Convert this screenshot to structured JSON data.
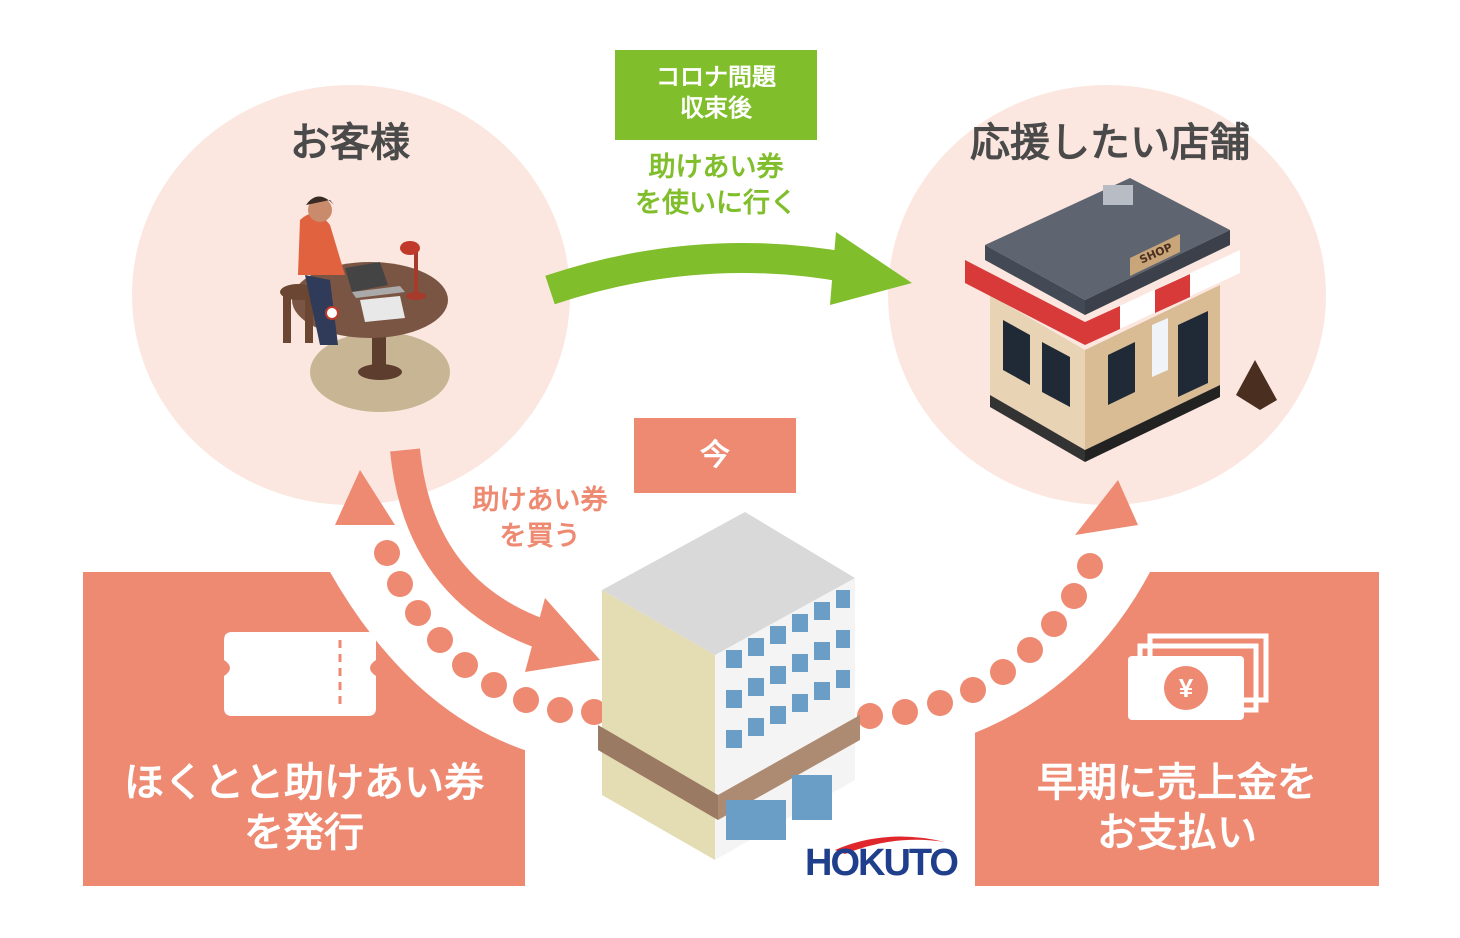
{
  "customer": {
    "label": "お客様"
  },
  "shop": {
    "label": "応援したい店舗",
    "sign": "SHOP"
  },
  "after": {
    "badge_line1": "コロナ問題",
    "badge_line2": "収束後",
    "action_line1": "助けあい券",
    "action_line2": "を使いに行く"
  },
  "now": {
    "badge": "今",
    "action_line1": "助けあい券",
    "action_line2": "を買う"
  },
  "issue": {
    "line1": "ほくとと助けあい券",
    "line2": "を発行"
  },
  "pay": {
    "line1": "早期に売上金を",
    "line2": "お支払い"
  },
  "logo": {
    "text": "HOKUTO"
  },
  "colors": {
    "salmon": "#ee8a72",
    "green": "#80be2c",
    "circle_bg": "#fbe7df"
  }
}
